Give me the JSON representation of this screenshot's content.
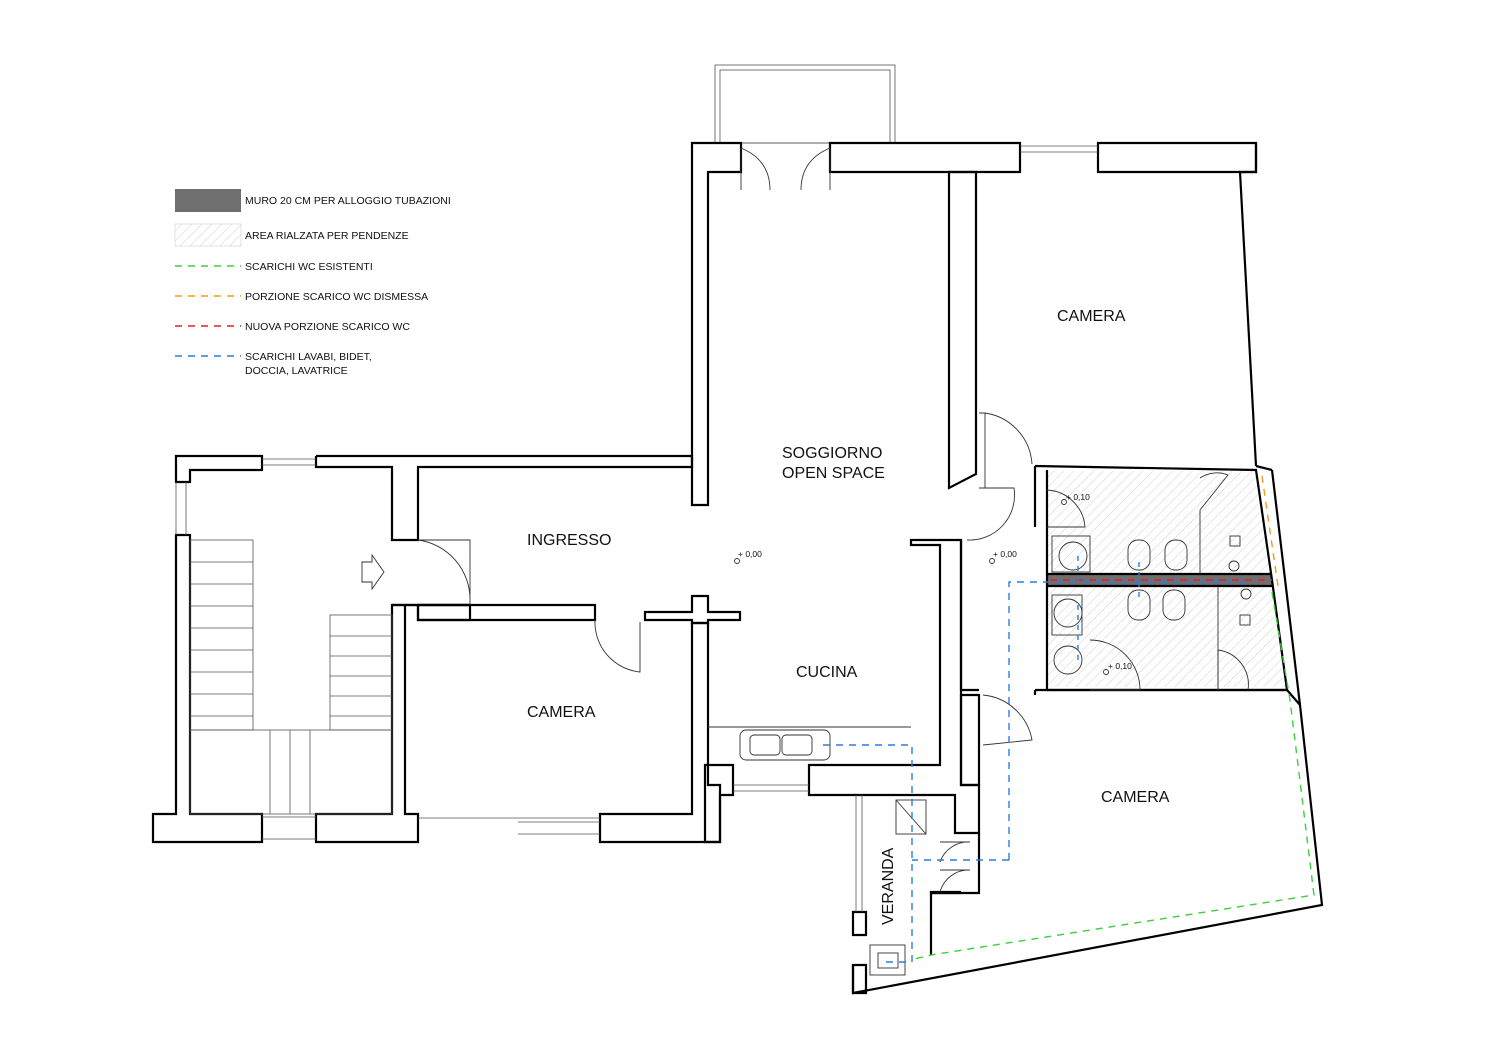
{
  "legend": [
    {
      "id": "muro",
      "label": "MURO 20 CM PER ALLOGGIO TUBAZIONI",
      "swatch": "solid",
      "color": "#6f6f6f"
    },
    {
      "id": "area",
      "label": "AREA RIALZATA PER PENDENZE",
      "swatch": "hatch",
      "color": "#bdbdbd"
    },
    {
      "id": "wc-esistenti",
      "label": "SCARICHI WC ESISTENTI",
      "swatch": "dash",
      "color": "#3bd13b"
    },
    {
      "id": "wc-dismessa",
      "label": "PORZIONE SCARICO WC DISMESSA",
      "swatch": "dash",
      "color": "#f39c1e"
    },
    {
      "id": "wc-nuova",
      "label": "NUOVA PORZIONE SCARICO WC",
      "swatch": "dash",
      "color": "#e02020"
    },
    {
      "id": "lavabi",
      "label_line1": "SCARICHI LAVABI, BIDET,",
      "label_line2": "DOCCIA, LAVATRICE",
      "swatch": "dash",
      "color": "#2a7de1"
    }
  ],
  "rooms": {
    "camera_top": "CAMERA",
    "soggiorno_line1": "SOGGIORNO",
    "soggiorno_line2": "OPEN SPACE",
    "ingresso": "INGRESSO",
    "cucina": "CUCINA",
    "camera_left": "CAMERA",
    "camera_right": "CAMERA",
    "veranda": "VERANDA"
  },
  "levels": {
    "soggiorno": "+ 0,00",
    "disimpegno": "+ 0,00",
    "bagno1": "+ 0,10",
    "bagno2": "+ 0,10"
  }
}
